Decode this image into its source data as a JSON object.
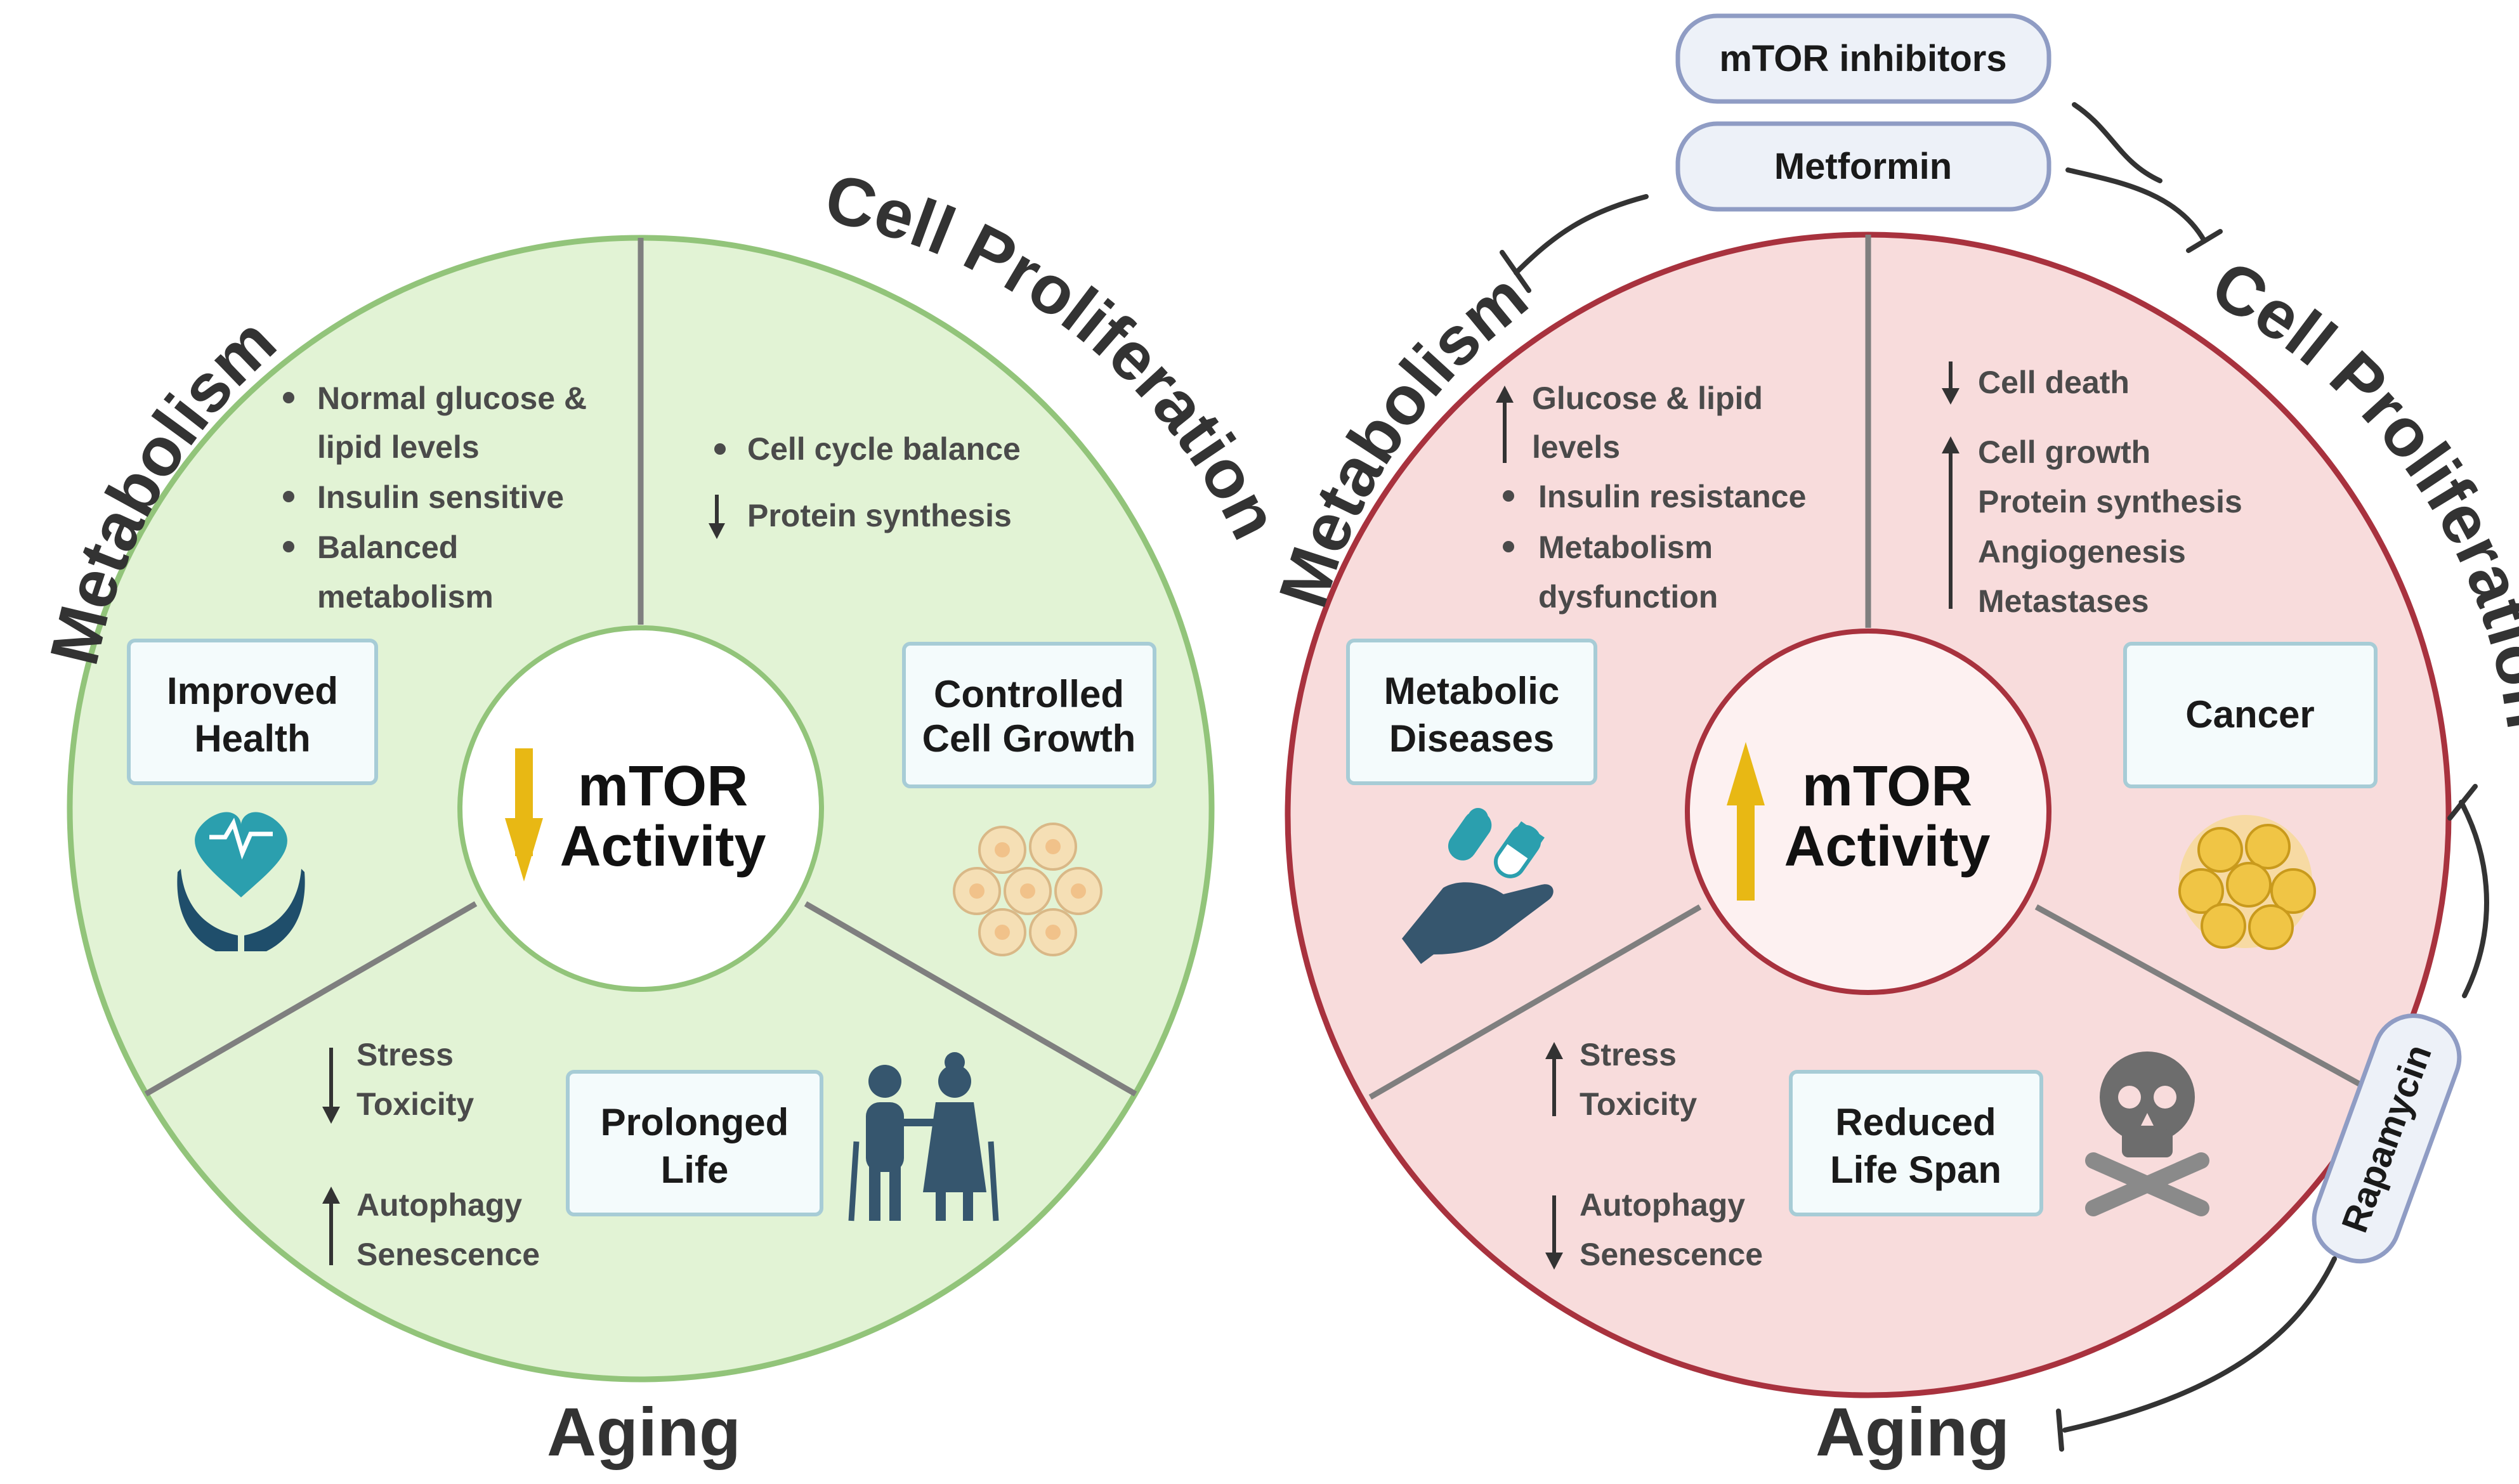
{
  "colors": {
    "healthy_fill": "#e2f3d5",
    "healthy_stroke": "#92c47a",
    "disease_fill": "#f8dcdc",
    "disease_stroke": "#a8323e",
    "divider": "#7f7f7f",
    "arrow_yellow": "#e8b814",
    "box_fill": "#f4fbfc",
    "box_stroke": "#a7ccd6",
    "pill_fill": "#edf1f8",
    "pill_stroke": "#8f9cc4",
    "icon_teal": "#2b9fae",
    "icon_navy": "#1f4e6b",
    "icon_slate": "#36566e",
    "skull_gray": "#6d6d6d",
    "cell_fill": "#f5dfb5",
    "cancer_fill": "#f0c545"
  },
  "left": {
    "metabolism_title": "Metabolism",
    "proliferation_title": "Cell Proliferation",
    "aging_title": "Aging",
    "center": {
      "line1": "mTOR",
      "line2": "Activity",
      "direction": "down"
    },
    "metabolism_bullets": [
      "Normal glucose &",
      "lipid levels",
      "Insulin sensitive",
      "Balanced",
      "metabolism"
    ],
    "proliferation_bullets": [
      "Cell cycle balance",
      "Protein synthesis"
    ],
    "aging_down": [
      "Stress",
      "Toxicity"
    ],
    "aging_up": [
      "Autophagy",
      "Senescence"
    ],
    "box_metabolism": [
      "Improved",
      "Health"
    ],
    "box_proliferation": [
      "Controlled",
      "Cell Growth"
    ],
    "box_aging": [
      "Prolonged",
      "Life"
    ],
    "icons": [
      "heart-hands-icon",
      "cell-cluster-icon",
      "elderly-couple-icon"
    ]
  },
  "right": {
    "metabolism_title": "Metabolism",
    "proliferation_title": "Cell Proliferation",
    "aging_title": "Aging",
    "center": {
      "line1": "mTOR",
      "line2": "Activity",
      "direction": "up"
    },
    "metabolism_bullets": [
      "Glucose & lipid",
      "levels",
      "Insulin resistance",
      "Metabolism",
      "dysfunction"
    ],
    "proliferation_down": "Cell death",
    "proliferation_up": [
      "Cell growth",
      "Protein synthesis",
      "Angiogenesis",
      "Metastases"
    ],
    "aging_up": [
      "Stress",
      "Toxicity"
    ],
    "aging_down": [
      "Autophagy",
      "Senescence"
    ],
    "box_metabolism": [
      "Metabolic",
      "Diseases"
    ],
    "box_proliferation": "Cancer",
    "box_aging": [
      "Reduced",
      "Life Span"
    ],
    "icons": [
      "pill-hand-icon",
      "cancer-cell-icon",
      "skull-crossbones-icon"
    ]
  },
  "inhibitors": {
    "mtor_inhibitors": "mTOR inhibitors",
    "metformin": "Metformin",
    "rapamycin": "Rapamycin"
  }
}
